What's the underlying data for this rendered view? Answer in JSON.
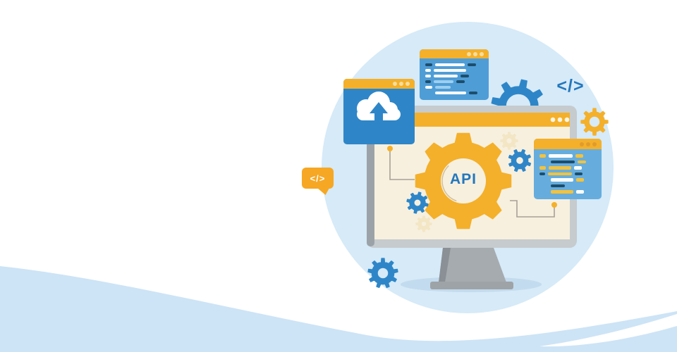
{
  "api_gear": {
    "label": "API"
  },
  "code_symbol": "</>",
  "speech_bubble": {
    "label": "</>"
  },
  "monitor": {
    "header_dots": 3
  },
  "code_windows": {
    "cloud": {
      "dots": 3,
      "icon": "cloud-upload-icon"
    },
    "top": {
      "dots": 3,
      "rows": [
        {
          "ind": 0,
          "segs": [
            [
              "n",
              10
            ],
            [
              "w",
              42
            ],
            [
              "n",
              12
            ]
          ]
        },
        {
          "ind": 0,
          "segs": [
            [
              "w",
              8
            ],
            [
              "w",
              46
            ]
          ]
        },
        {
          "ind": 0,
          "segs": [
            [
              "w",
              8
            ],
            [
              "w",
              34
            ],
            [
              "n",
              12
            ]
          ]
        },
        {
          "ind": 0,
          "segs": [
            [
              "n",
              8
            ],
            [
              "l",
              28
            ],
            [
              "n",
              12
            ]
          ]
        },
        {
          "ind": 0,
          "segs": [
            [
              "w",
              10
            ],
            [
              "l",
              22
            ]
          ]
        },
        {
          "ind": 14,
          "segs": [
            [
              "w",
              44
            ],
            [
              "n",
              12
            ]
          ]
        }
      ]
    },
    "right": {
      "dots": 3,
      "rows": [
        {
          "ind": 0,
          "segs": [
            [
              "y",
              9
            ],
            [
              "w",
              34
            ],
            [
              "y",
              11
            ]
          ]
        },
        {
          "ind": 16,
          "segs": [
            [
              "n",
              34
            ],
            [
              "y",
              12
            ]
          ]
        },
        {
          "ind": 0,
          "segs": [
            [
              "y",
              9
            ],
            [
              "y",
              32
            ],
            [
              "w",
              11
            ]
          ]
        },
        {
          "ind": 0,
          "segs": [
            [
              "n",
              8
            ],
            [
              "y",
              34
            ],
            [
              "n",
              11
            ]
          ]
        },
        {
          "ind": 16,
          "segs": [
            [
              "w",
              32
            ],
            [
              "y",
              11
            ]
          ]
        },
        {
          "ind": 16,
          "segs": [
            [
              "n",
              20
            ]
          ]
        },
        {
          "ind": 16,
          "segs": [
            [
              "y",
              32
            ],
            [
              "w",
              11
            ]
          ]
        }
      ]
    }
  },
  "colors": {
    "pageBg": "#FFFFFF",
    "circle": "#D6EAF8",
    "band": "#CDE4F6",
    "yellow": "#F4B02A",
    "bubble": "#F6A723",
    "gearBlue": "#2E86C8",
    "cream2": "#F3E6C4",
    "blueText": "#2377BD",
    "winBlue1": "#2E86C8",
    "winBlue2": "#4F9DD6",
    "winBlue3": "#66ADDE",
    "navy": "#1D4D6B",
    "white": "#FFFFFF",
    "lightblue": "#9ECFEF",
    "codeYellow": "#F2C23E",
    "bezel": "#C6CBCE",
    "bezelDark": "#9CA3A8",
    "screenCream": "#F7F0DF",
    "stand": "#A6ABAF",
    "standDark": "#8A9095",
    "base": "#9EA3A7",
    "shadow": "#C3DBEE",
    "connector": "#A8A095",
    "dotsCream": "#F9DD9C",
    "dotsOrange": "#E09B2D",
    "dotsWhite": "#FCF4E4",
    "arcHighlight": "#C8B389"
  }
}
